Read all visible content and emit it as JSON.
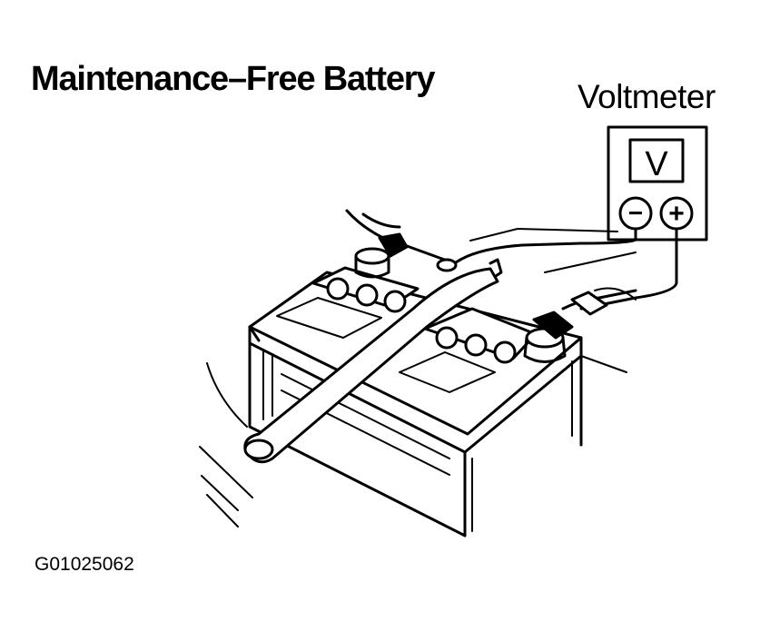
{
  "title": "Maintenance–Free Battery",
  "voltmeter": {
    "label": "Voltmeter",
    "display": "V",
    "negative_symbol": "−",
    "positive_symbol": "+"
  },
  "figure_id": "G01025062",
  "icons": [
    "voltmeter-icon",
    "battery-illustration",
    "hold-down-bar",
    "test-lead"
  ]
}
